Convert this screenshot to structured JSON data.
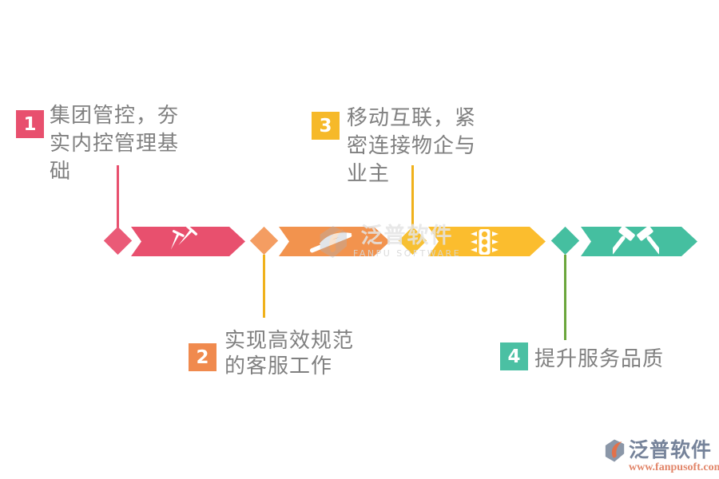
{
  "diagram": {
    "steps": [
      {
        "number": "1",
        "label": "集团管控，夯实内控管理基础",
        "color": "#e8506e",
        "icon": "nails-icon"
      },
      {
        "number": "2",
        "label": "实现高效规范的客服工作",
        "color": "#f08a4e",
        "icon": "pickaxe-icon"
      },
      {
        "number": "3",
        "label": "移动互联，紧密连接物企与业主",
        "color": "#f6b929",
        "icon": "traffic-light-icon"
      },
      {
        "number": "4",
        "label": "提升服务品质",
        "color": "#4bc0a3",
        "icon": "crossed-hammers-icon"
      }
    ],
    "timeline_colors": {
      "pink_banner": "#e8506e",
      "orange_banner": "#f2934e",
      "yellow_banner": "#fbbd2e",
      "teal_banner": "#45bfa0",
      "gold_connector": "#f0b11b",
      "green_connector": "#6ba63c",
      "step_text": "#808080"
    }
  },
  "watermark": {
    "title": "泛普软件",
    "subtitle": "FANPU SOFTWARE"
  },
  "footer_logo": {
    "brand": "泛普软件",
    "website": "www.fanpusoft.com"
  }
}
